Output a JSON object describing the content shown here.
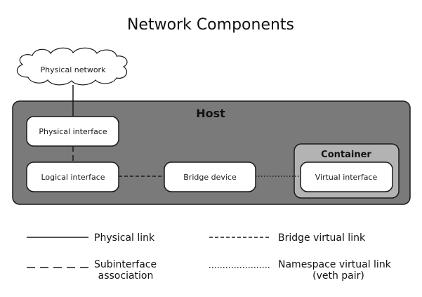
{
  "title": "Network Components",
  "cloud": {
    "label": "Physical network"
  },
  "host": {
    "label": "Host"
  },
  "container": {
    "label": "Container"
  },
  "nodes": {
    "physical_interface": "Physical interface",
    "logical_interface": "Logical interface",
    "bridge_device": "Bridge device",
    "virtual_interface": "Virtual interface"
  },
  "legend": {
    "physical_link": "Physical link",
    "bridge_virtual_link": "Bridge virtual link",
    "subinterface_line1": "Subinterface",
    "subinterface_line2": "association",
    "namespace_line1": "Namespace virtual link",
    "namespace_line2": "(veth pair)"
  },
  "colors": {
    "host_fill": "#7a7a7a",
    "container_fill": "#b3b3b3",
    "node_fill": "#ffffff",
    "stroke": "#1a1a1a"
  }
}
